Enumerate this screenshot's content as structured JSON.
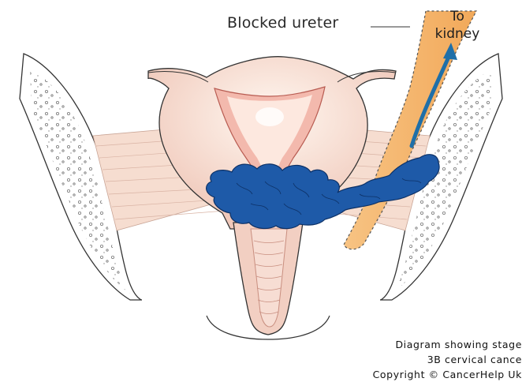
{
  "labels": {
    "blocked_ureter": "Blocked ureter",
    "to_kidney_line1": "To",
    "to_kidney_line2": "kidney"
  },
  "caption": {
    "line1": "Diagram showing stage",
    "line2": "3B cervical cance",
    "line3": "Copyright © CancerHelp Uk"
  },
  "colors": {
    "tumour": "#1e5aa8",
    "ureter": "#f4b26a",
    "arrow": "#1f6fa8",
    "uterus_wall": "#f2cfc2",
    "ligament": "#f6d9cc",
    "bone_outline": "#333333"
  },
  "icons": {
    "arrow": "upward-arrow-icon"
  }
}
